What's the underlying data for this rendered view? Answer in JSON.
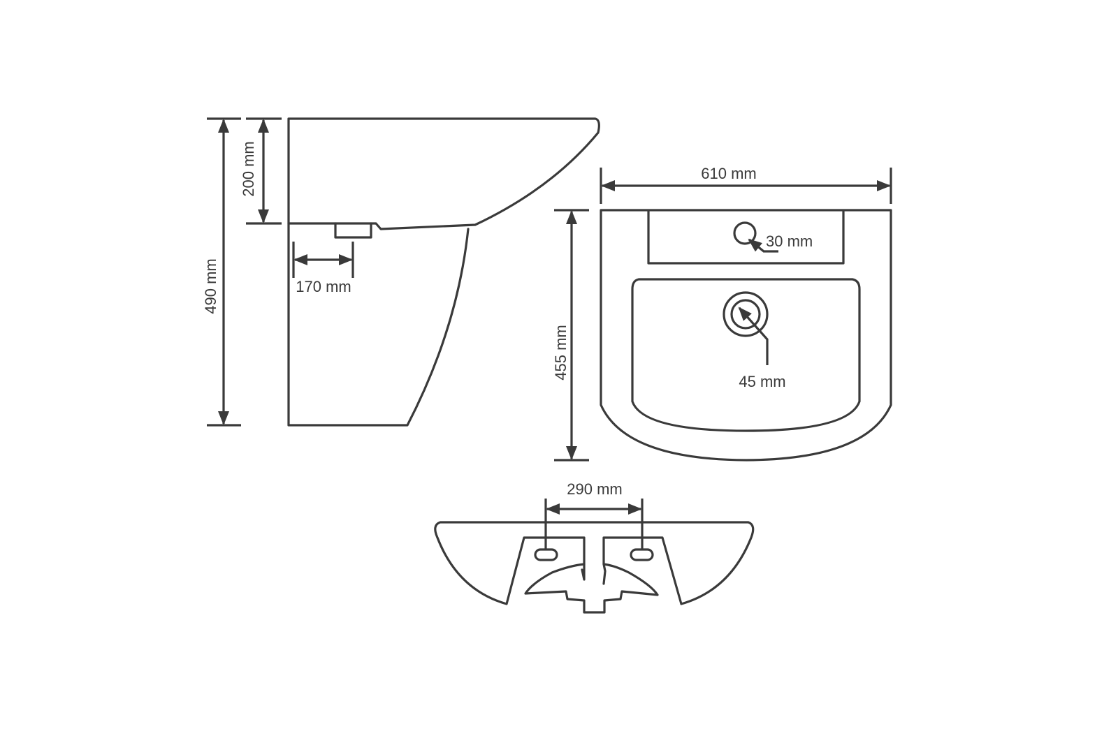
{
  "palette": {
    "line": "#3a3a3a",
    "background": "#ffffff"
  },
  "dimensions": {
    "total_height": "490 mm",
    "basin_height": "200 mm",
    "waste_offset": "170 mm",
    "width": "610 mm",
    "depth": "455 mm",
    "tap_hole": "30 mm",
    "drain": "45 mm",
    "fixing_distance": "290 mm"
  }
}
